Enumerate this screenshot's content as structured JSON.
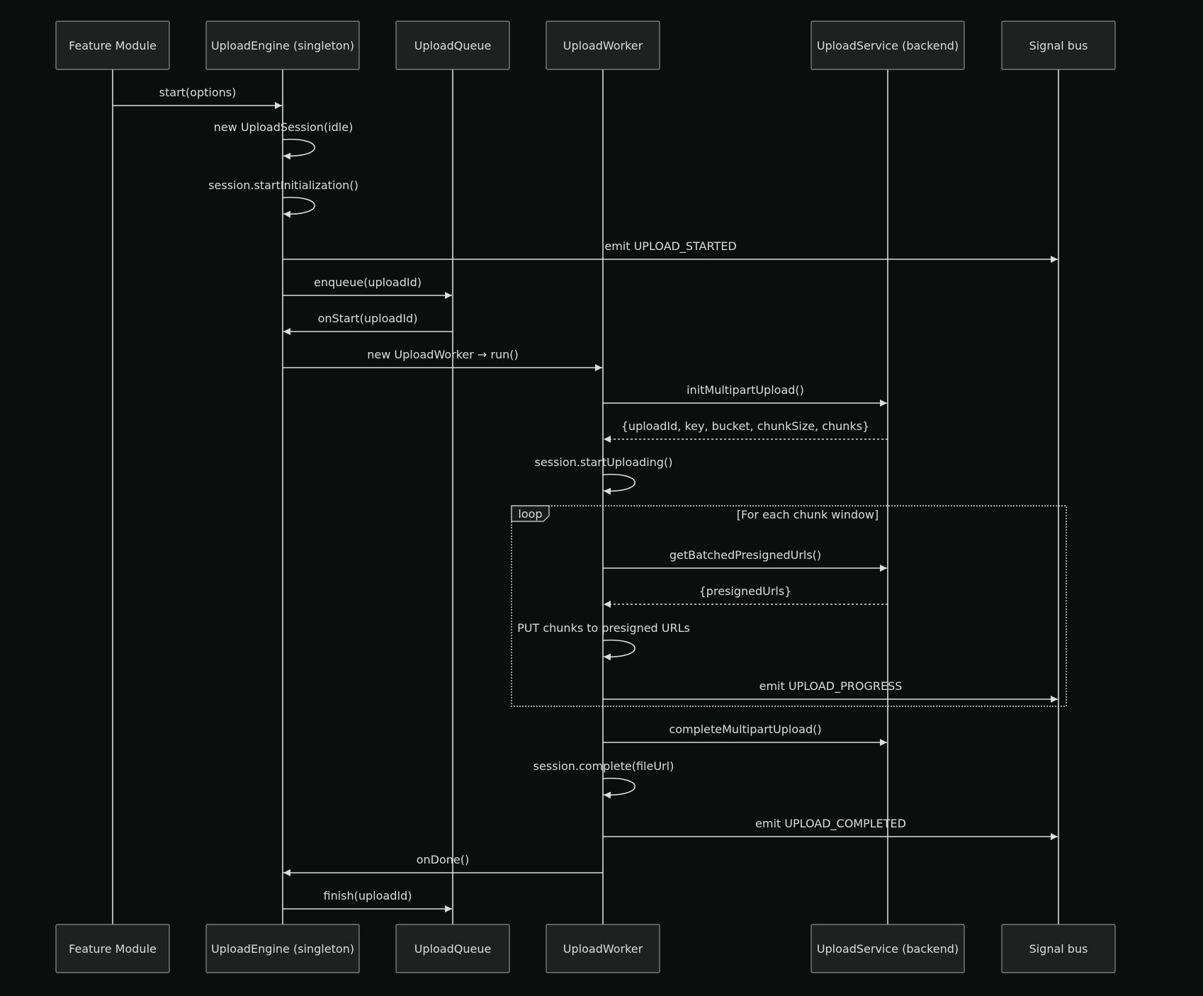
{
  "participants": [
    {
      "id": "fm",
      "label": "Feature Module"
    },
    {
      "id": "ue",
      "label": "UploadEngine (singleton)"
    },
    {
      "id": "uq",
      "label": "UploadQueue"
    },
    {
      "id": "uw",
      "label": "UploadWorker"
    },
    {
      "id": "us",
      "label": "UploadService (backend)"
    },
    {
      "id": "sb",
      "label": "Signal bus"
    }
  ],
  "messages": [
    {
      "from": "fm",
      "to": "ue",
      "label": "start(options)",
      "style": "solid"
    },
    {
      "from": "ue",
      "to": "ue",
      "label": "new UploadSession(idle)",
      "style": "self"
    },
    {
      "from": "ue",
      "to": "ue",
      "label": "session.startInitialization()",
      "style": "self"
    },
    {
      "from": "ue",
      "to": "sb",
      "label": "emit UPLOAD_STARTED",
      "style": "solid"
    },
    {
      "from": "ue",
      "to": "uq",
      "label": "enqueue(uploadId)",
      "style": "solid"
    },
    {
      "from": "uq",
      "to": "ue",
      "label": "onStart(uploadId)",
      "style": "solid"
    },
    {
      "from": "ue",
      "to": "uw",
      "label": "new UploadWorker → run()",
      "style": "solid"
    },
    {
      "from": "uw",
      "to": "us",
      "label": "initMultipartUpload()",
      "style": "solid"
    },
    {
      "from": "us",
      "to": "uw",
      "label": "{uploadId, key, bucket, chunkSize, chunks}",
      "style": "dashed"
    },
    {
      "from": "uw",
      "to": "uw",
      "label": "session.startUploading()",
      "style": "self"
    },
    {
      "from": "uw",
      "to": "us",
      "label": "getBatchedPresignedUrls()",
      "style": "solid"
    },
    {
      "from": "us",
      "to": "uw",
      "label": "{presignedUrls}",
      "style": "dashed"
    },
    {
      "from": "uw",
      "to": "uw",
      "label": "PUT chunks to presigned URLs",
      "style": "self"
    },
    {
      "from": "uw",
      "to": "sb",
      "label": "emit UPLOAD_PROGRESS",
      "style": "solid"
    },
    {
      "from": "uw",
      "to": "us",
      "label": "completeMultipartUpload()",
      "style": "solid"
    },
    {
      "from": "uw",
      "to": "uw",
      "label": "session.complete(fileUrl)",
      "style": "self"
    },
    {
      "from": "uw",
      "to": "sb",
      "label": "emit UPLOAD_COMPLETED",
      "style": "solid"
    },
    {
      "from": "uw",
      "to": "ue",
      "label": "onDone()",
      "style": "solid"
    },
    {
      "from": "ue",
      "to": "uq",
      "label": "finish(uploadId)",
      "style": "solid"
    }
  ],
  "loop": {
    "tag": "loop",
    "condition": "[For each chunk window]",
    "first_message": 10,
    "last_message": 13
  }
}
